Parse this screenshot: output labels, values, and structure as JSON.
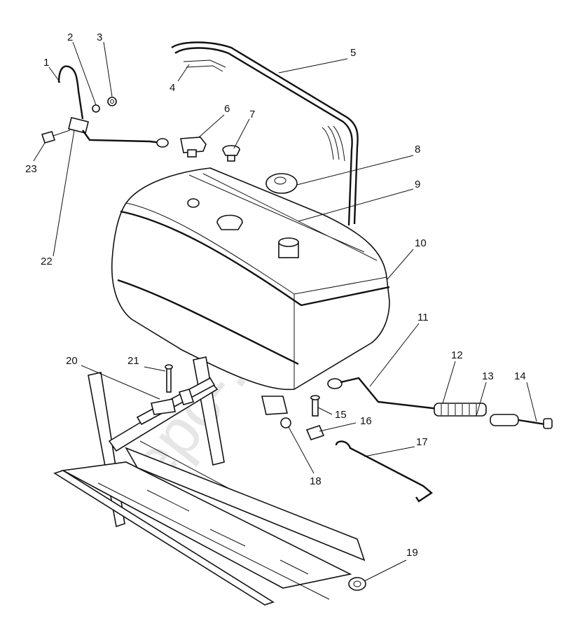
{
  "watermark": "epc-...ru",
  "callouts": [
    {
      "id": "1"
    },
    {
      "id": "2"
    },
    {
      "id": "3"
    },
    {
      "id": "4"
    },
    {
      "id": "5"
    },
    {
      "id": "6"
    },
    {
      "id": "7"
    },
    {
      "id": "8"
    },
    {
      "id": "9"
    },
    {
      "id": "10"
    },
    {
      "id": "11"
    },
    {
      "id": "12"
    },
    {
      "id": "13"
    },
    {
      "id": "14"
    },
    {
      "id": "15"
    },
    {
      "id": "16"
    },
    {
      "id": "17"
    },
    {
      "id": "18"
    },
    {
      "id": "19"
    },
    {
      "id": "20"
    },
    {
      "id": "21"
    },
    {
      "id": "22"
    },
    {
      "id": "23"
    }
  ]
}
